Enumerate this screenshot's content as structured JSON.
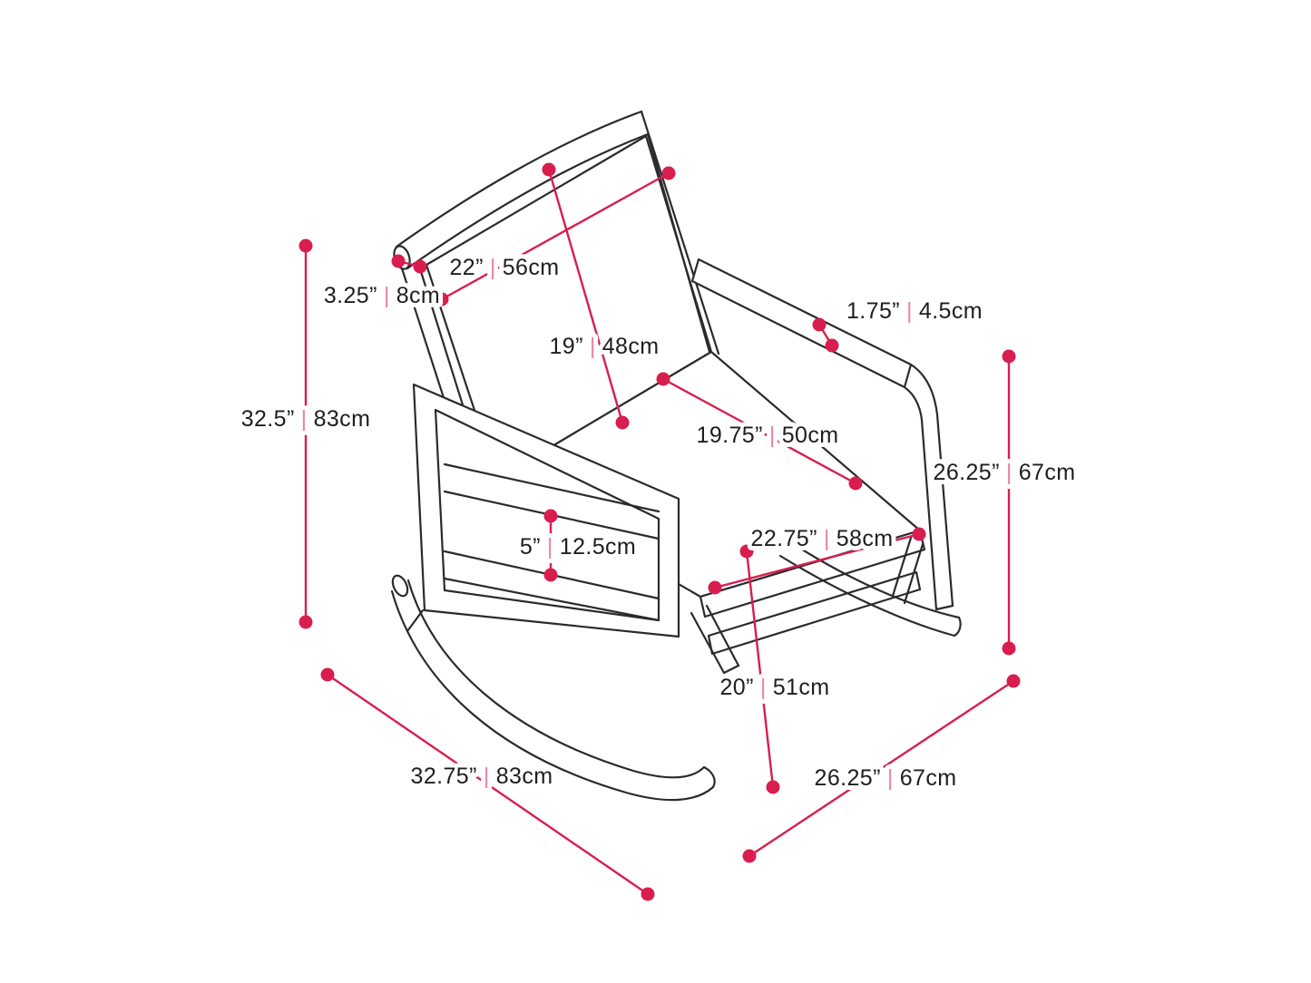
{
  "meta": {
    "title": "Rocking chair dimension diagram",
    "accent_color": "#D81E4E",
    "separator_color": "#EE82A8",
    "line_color": "#2B2B2E"
  },
  "diagram": {
    "separator": "|"
  },
  "measurements": [
    {
      "name": "backrest-width",
      "inches": "22”",
      "cm": "56cm"
    },
    {
      "name": "top-tube-thickness",
      "inches": "3.25”",
      "cm": "8cm"
    },
    {
      "name": "backrest-height",
      "inches": "19”",
      "cm": "48cm"
    },
    {
      "name": "arm-tube-thickness",
      "inches": "1.75”",
      "cm": "4.5cm"
    },
    {
      "name": "seat-depth",
      "inches": "19.75”",
      "cm": "50cm"
    },
    {
      "name": "overall-height",
      "inches": "32.5”",
      "cm": "83cm"
    },
    {
      "name": "seat-front-width",
      "inches": "22.75”",
      "cm": "58cm"
    },
    {
      "name": "side-frame-height",
      "inches": "26.25”",
      "cm": "67cm"
    },
    {
      "name": "slat-gap",
      "inches": "5”",
      "cm": "12.5cm"
    },
    {
      "name": "seat-height",
      "inches": "20”",
      "cm": "51cm"
    },
    {
      "name": "overall-depth",
      "inches": "32.75”",
      "cm": "83cm"
    },
    {
      "name": "overall-width",
      "inches": "26.25”",
      "cm": "67cm"
    }
  ]
}
